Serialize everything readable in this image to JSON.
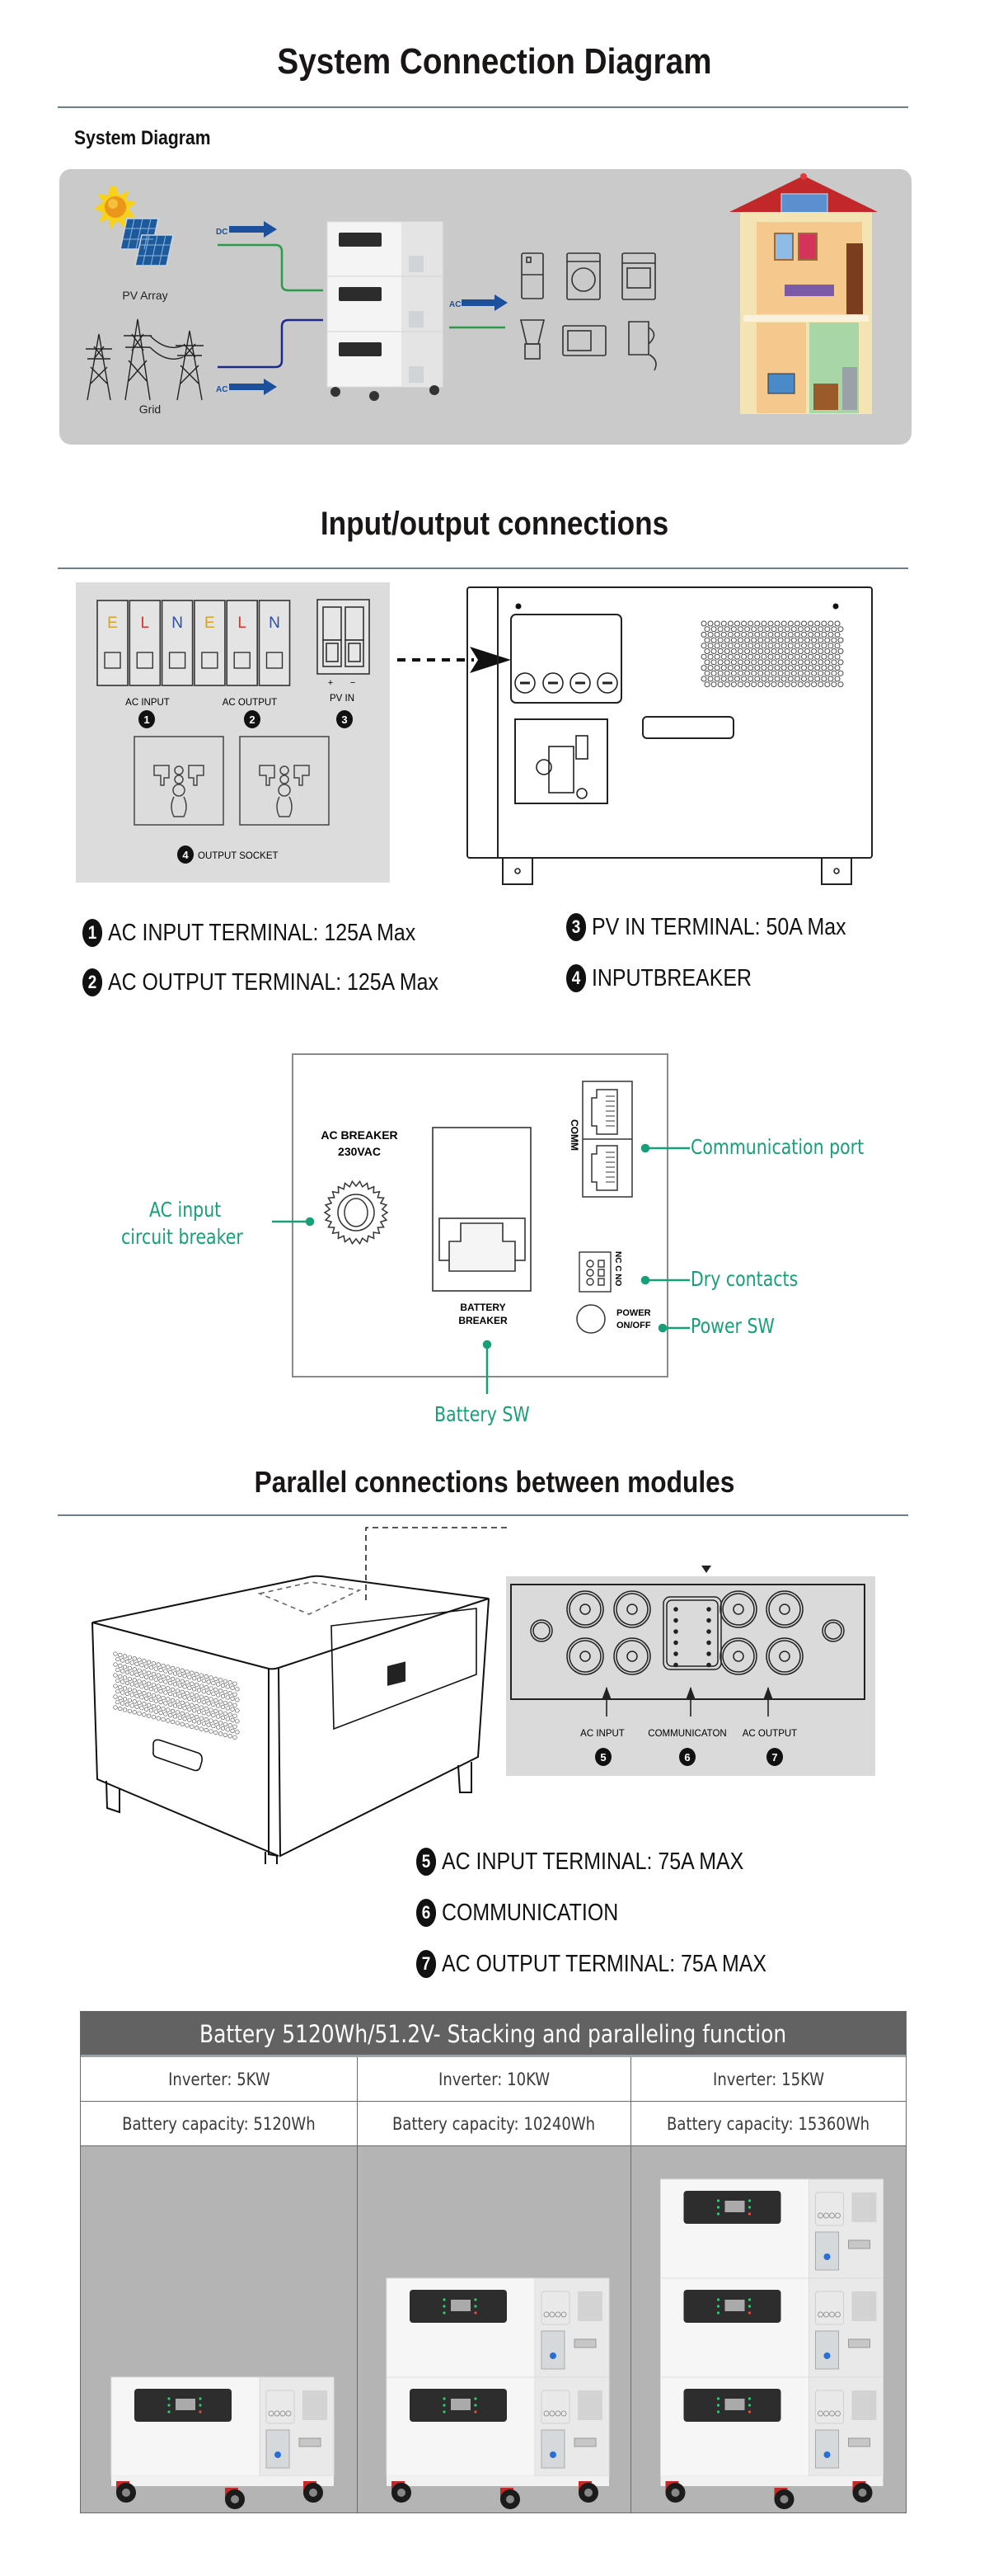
{
  "section1": {
    "title": "System Connection Diagram",
    "subtitle": "System Diagram",
    "labels": {
      "pv_array": "PV Array",
      "grid": "Grid",
      "dc": "DC",
      "ac_in": "AC",
      "ac_out": "AC"
    },
    "icons": [
      "sun-icon",
      "solar-panel-icon",
      "power-tower-icon",
      "battery-stack-icon",
      "refrigerator-icon",
      "washing-machine-icon",
      "oven-icon",
      "blender-icon",
      "microwave-icon",
      "kettle-icon",
      "house-icon"
    ],
    "colors": {
      "dc_arrow": "#1c4f9c",
      "pv_line": "#2c9a4a",
      "grid_line": "#1c2a8c",
      "panel_bg": "#cacaca"
    }
  },
  "section2": {
    "title": "Input/output connections",
    "terminals": [
      {
        "letter": "E",
        "color": "#d6a22a"
      },
      {
        "letter": "L",
        "color": "#d0362b"
      },
      {
        "letter": "N",
        "color": "#2b4ea3"
      },
      {
        "letter": "E",
        "color": "#d6a22a"
      },
      {
        "letter": "L",
        "color": "#d0362b"
      },
      {
        "letter": "N",
        "color": "#2b4ea3"
      }
    ],
    "pv_plus": "+",
    "pv_minus": "−",
    "panel_labels": {
      "ac_input": "AC INPUT",
      "ac_output": "AC OUTPUT",
      "pv_in": "PV IN",
      "output_socket": "OUTPUT SOCKET"
    },
    "badges": [
      "1",
      "2",
      "3",
      "4"
    ],
    "specs": [
      {
        "num": "1",
        "text": "AC INPUT TERMINAL: 125A Max"
      },
      {
        "num": "2",
        "text": "AC OUTPUT TERMINAL: 125A Max"
      },
      {
        "num": "3",
        "text": "PV IN TERMINAL: 50A Max"
      },
      {
        "num": "4",
        "text": "INPUTBREAKER"
      }
    ]
  },
  "section3": {
    "panel_text": {
      "ac_breaker": "AC BREAKER",
      "ac_breaker_voltage": "230VAC",
      "comm": "COMM",
      "dry_contacts": "NC C NO",
      "battery_breaker_1": "BATTERY",
      "battery_breaker_2": "BREAKER",
      "power_1": "POWER",
      "power_2": "ON/OFF"
    },
    "callouts": {
      "ac_input_1": "AC input",
      "ac_input_2": "circuit breaker",
      "communication_port": "Communication port",
      "dry_contacts": "Dry contacts",
      "power_sw": "Power SW",
      "battery_sw": "Battery SW"
    },
    "accent": "#17a078"
  },
  "section4": {
    "title": "Parallel connections between modules",
    "port_labels": [
      "AC INPUT",
      "COMMUNICATON",
      "AC OUTPUT"
    ],
    "badges": [
      "5",
      "6",
      "7"
    ],
    "specs": [
      {
        "num": "5",
        "text": "AC INPUT TERMINAL: 75A MAX"
      },
      {
        "num": "6",
        "text": "COMMUNICATION"
      },
      {
        "num": "7",
        "text": "AC OUTPUT TERMINAL: 75A MAX"
      }
    ]
  },
  "table": {
    "title": "Battery 5120Wh/51.2V- Stacking and paralleling function",
    "columns": [
      {
        "inverter": "Inverter: 5KW",
        "capacity": "Battery capacity: 5120Wh",
        "modules": 1
      },
      {
        "inverter": "Inverter: 10KW",
        "capacity": "Battery capacity: 10240Wh",
        "modules": 2
      },
      {
        "inverter": "Inverter: 15KW",
        "capacity": "Battery capacity: 15360Wh",
        "modules": 3
      }
    ]
  }
}
